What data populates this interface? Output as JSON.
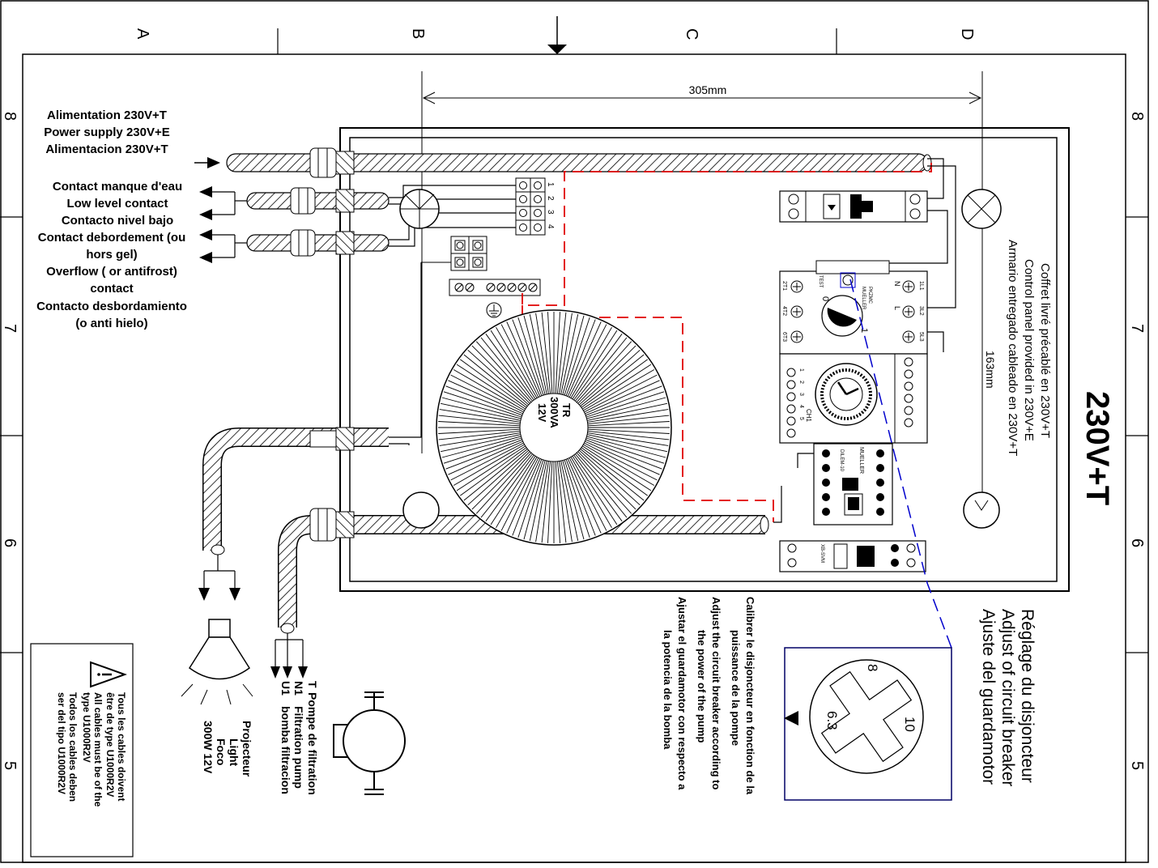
{
  "grid": {
    "letters": [
      "A",
      "B",
      "C",
      "D"
    ],
    "numbers": [
      "8",
      "7",
      "6",
      "5"
    ]
  },
  "dimensions": {
    "width": "305mm",
    "height": "163mm"
  },
  "title": "230V+T",
  "supply_label": [
    "Alimentation 230V+T",
    "Power supply 230V+E",
    "Alimentacion 230V+T"
  ],
  "low_level_label": [
    "Contact manque d'eau",
    "Low level contact",
    "Contacto nivel bajo"
  ],
  "overflow_label": [
    "Contact debordement (ou",
    "hors gel)",
    "Overflow ( or antifrost)",
    "contact",
    "Contacto desbordamiento",
    "(o anti hielo)"
  ],
  "prewired_label": [
    "Coffret livré précablé en 230V+T",
    "Control panel provided in 230V+E",
    "Armario entregado cableado en 230V+T"
  ],
  "transformer": [
    "TR",
    "300VA",
    "12V"
  ],
  "terminal_numbers": [
    "1",
    "2",
    "3",
    "4"
  ],
  "breaker_text": {
    "brand": "MUELLER",
    "model": "PKZMC",
    "test": "TEST",
    "terminals": [
      "1L1",
      "3L2",
      "5L3",
      "2T1",
      "4T2",
      "6T3"
    ],
    "phase": [
      "N",
      "L"
    ],
    "on": "1",
    "off": "0"
  },
  "timer_text": {
    "ch": "CH1",
    "nums": [
      "1",
      "2",
      "3",
      "4",
      "5"
    ]
  },
  "contactor_text": {
    "model": "DILEM-10",
    "brand": "MUELLER"
  },
  "relay_text": {
    "model": "XB-SVM"
  },
  "adjust_title": [
    "Réglage du disjoncteur",
    "Adjust of circuit breaker",
    "Ajuste del guardamotor"
  ],
  "dial": {
    "values": [
      "6.3",
      "10",
      "8"
    ]
  },
  "calibrate_label": [
    "Calibrer le disjoncteur en fonction de la",
    "puissance de la pompe",
    "Adjust the circuit breaker according to",
    "the power of the pump",
    "Ajustar el guardamotor con respecto a",
    "la potencia de la bomba"
  ],
  "pump_label": [
    "Pompe de filtration",
    "Filtration pump",
    "bomba filtracion"
  ],
  "pump_wires": [
    "T",
    "N1",
    "U1"
  ],
  "light_label": [
    "Projecteur",
    "Light",
    "Foco",
    "300W 12V"
  ],
  "cable_warning": [
    "Tous les cables doivent",
    "être de type U1000R2V",
    "All cables must be of the",
    "type U1000R2V",
    "Todos los cables deben",
    "ser del tipo U1000R2V"
  ],
  "colors": {
    "line": "#000000",
    "red_wire": "#e00000",
    "blue_wire": "#0000cc"
  }
}
